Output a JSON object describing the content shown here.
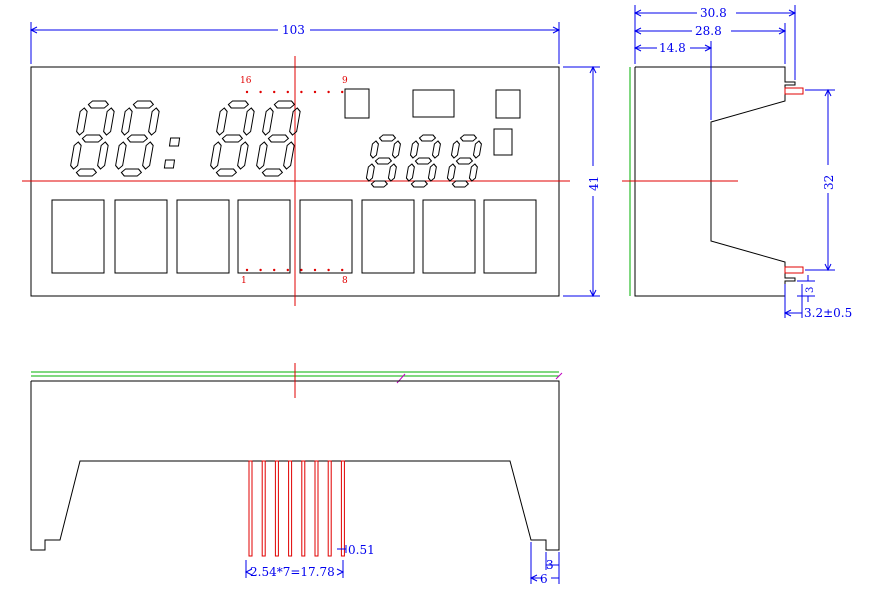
{
  "colors": {
    "outline": "#000000",
    "dimension": "#0000ee",
    "centerline": "#e00000",
    "pins": "#e00000",
    "edge_green": "#00b000",
    "marker_magenta": "#c000c0"
  },
  "front_view": {
    "width_label": "103",
    "height_label": "41",
    "pin_labels": {
      "top_left": "16",
      "top_right": "9",
      "bottom_left": "1",
      "bottom_right": "8"
    }
  },
  "side_view": {
    "dim_overall": "30.8",
    "dim_body": "28.8",
    "dim_inner": "14.8",
    "dim_pin_span": "32",
    "dim_step": "3",
    "dim_pin_len": "3.2±0.5"
  },
  "bottom_view": {
    "dim_pin_width": "0.51",
    "dim_pitch": "2.54*7=17.78",
    "dim_step_a": "3",
    "dim_step_b": "6"
  }
}
